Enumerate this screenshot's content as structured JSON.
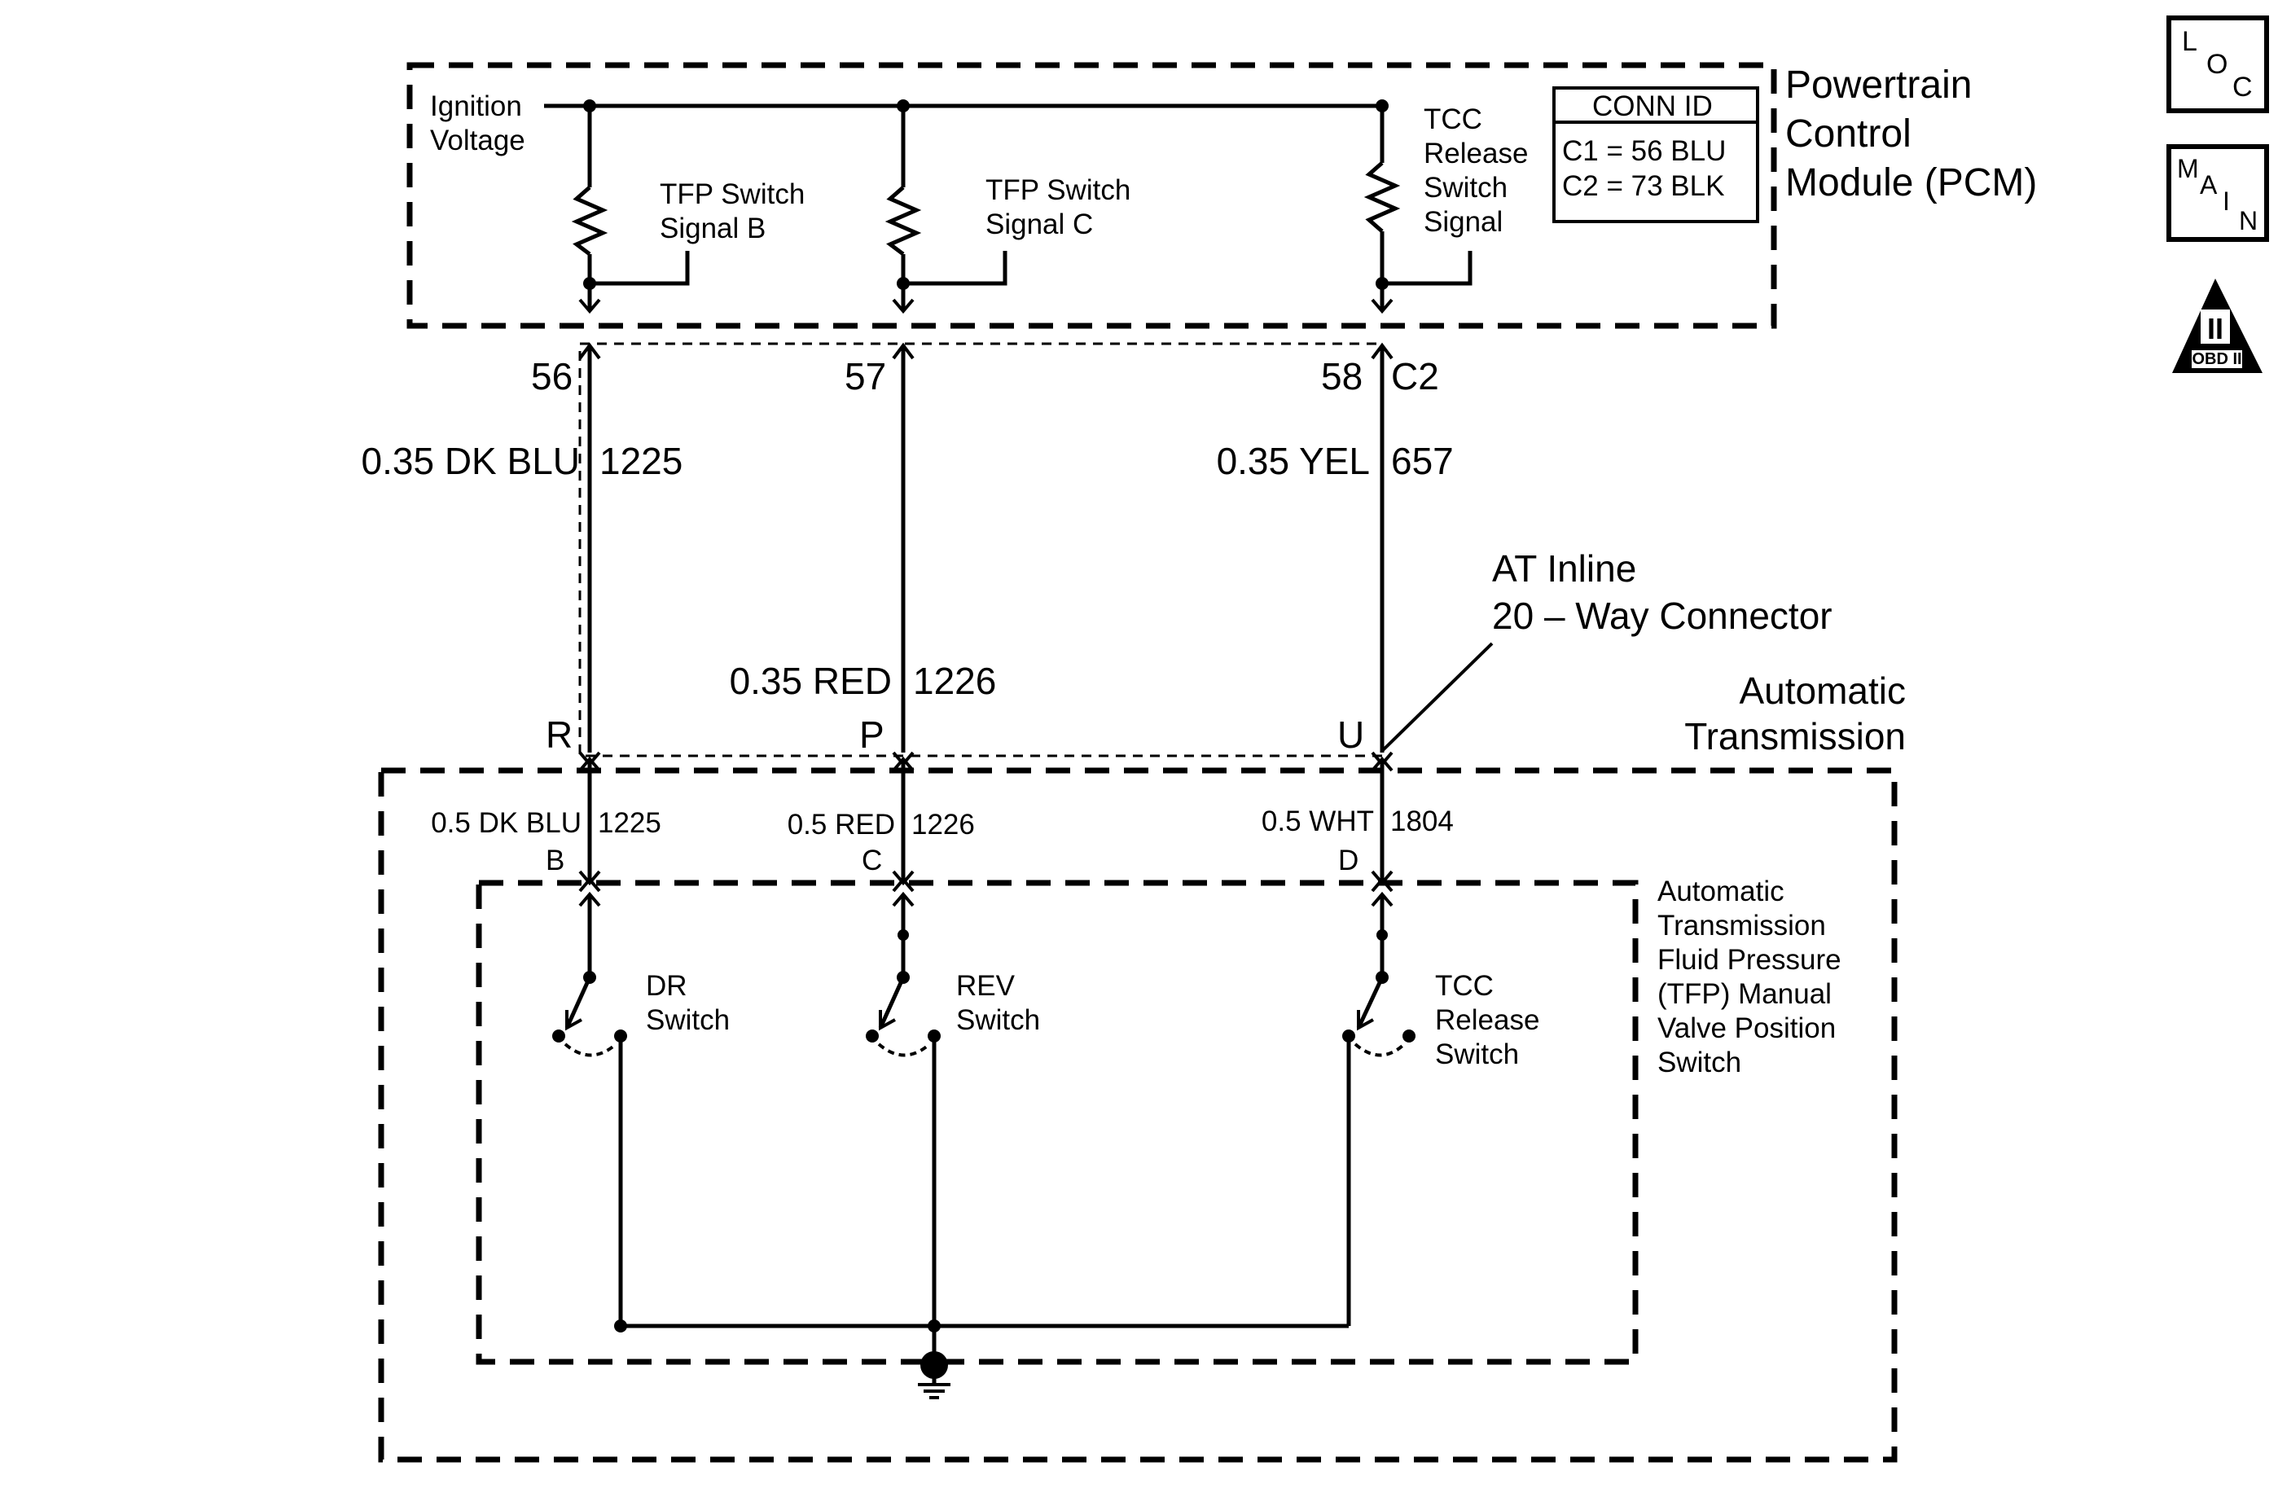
{
  "pcm": {
    "title_lines": [
      "Powertrain",
      "Control",
      "Module (PCM)"
    ],
    "ignition_lines": [
      "Ignition",
      "Voltage"
    ],
    "signal_b_lines": [
      "TFP Switch",
      "Signal B"
    ],
    "signal_c_lines": [
      "TFP Switch",
      "Signal C"
    ],
    "tcc_signal_lines": [
      "TCC",
      "Release",
      "Switch",
      "Signal"
    ],
    "conn_id": {
      "header": "CONN ID",
      "rows": [
        "C1 = 56 BLU",
        "C2 = 73 BLK"
      ]
    }
  },
  "pcm_pins": {
    "pin_b": "56",
    "pin_c": "57",
    "pin_tcc": "58",
    "connector": "C2"
  },
  "wires_upper": {
    "blue": {
      "gauge_color": "0.35 DK BLU",
      "circuit": "1225"
    },
    "red": {
      "gauge_color": "0.35 RED",
      "circuit": "1226"
    },
    "yellow": {
      "gauge_color": "0.35 YEL",
      "circuit": "657"
    }
  },
  "inline_connector": {
    "label_lines": [
      "AT Inline",
      "20 – Way Connector"
    ],
    "pins": [
      "R",
      "P",
      "U"
    ]
  },
  "transmission": {
    "label_lines": [
      "Automatic",
      "Transmission"
    ]
  },
  "wires_lower": {
    "blue": {
      "gauge_color": "0.5 DK BLU",
      "circuit": "1225",
      "pin": "B"
    },
    "red": {
      "gauge_color": "0.5 RED",
      "circuit": "1226",
      "pin": "C"
    },
    "white": {
      "gauge_color": "0.5 WHT",
      "circuit": "1804",
      "pin": "D"
    }
  },
  "tfp_switch": {
    "label_lines": [
      "Automatic",
      "Transmission",
      "Fluid Pressure",
      "(TFP) Manual",
      "Valve Position",
      "Switch"
    ],
    "dr_lines": [
      "DR",
      "Switch"
    ],
    "rev_lines": [
      "REV",
      "Switch"
    ],
    "tcc_lines": [
      "TCC",
      "Release",
      "Switch"
    ]
  },
  "badges": {
    "loc": {
      "letters": [
        "L",
        "O",
        "C"
      ]
    },
    "main": {
      "letters": [
        "M",
        "A",
        "I",
        "N"
      ]
    },
    "obd": {
      "numeral": "II",
      "label": "OBD II"
    }
  },
  "colors": {
    "line": "#000000",
    "background": "#ffffff"
  }
}
